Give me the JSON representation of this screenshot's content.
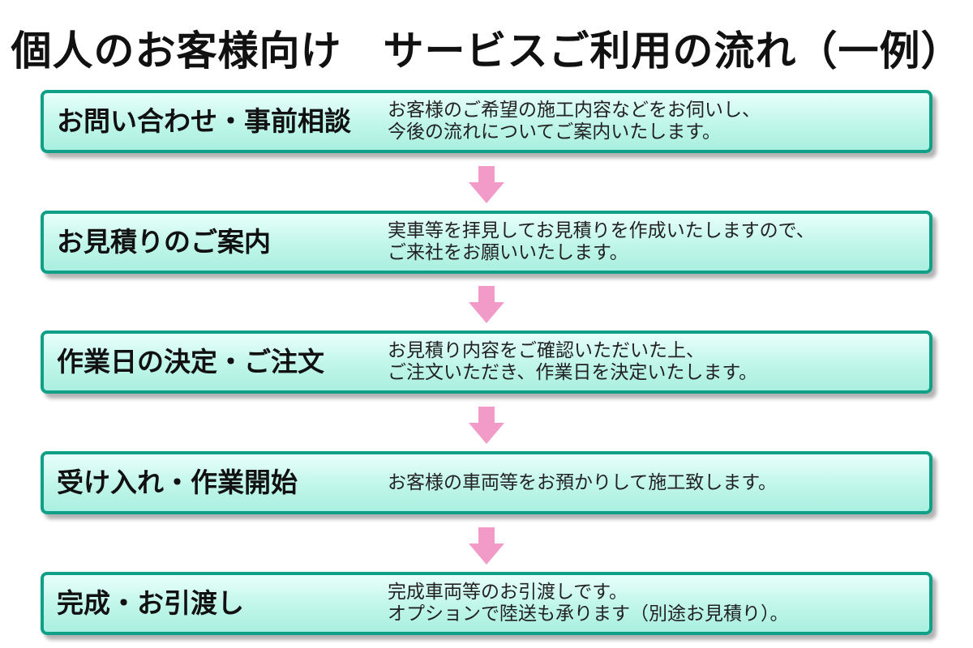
{
  "page": {
    "title": "個人のお客様向け　サービスご利用の流れ（一例）"
  },
  "colors": {
    "box_border": "#10a088",
    "box_fill": "#c0f6ea",
    "arrow": "#f39bc8"
  },
  "steps": [
    {
      "title": "お問い合わせ・事前相談",
      "desc": [
        "お客様のご希望の施工内容などをお伺いし、",
        "今後の流れについてご案内いたします。"
      ]
    },
    {
      "title": "お見積りのご案内",
      "desc": [
        "実車等を拝見してお見積りを作成いたしますので、",
        "ご来社をお願いいたします。"
      ]
    },
    {
      "title": "作業日の決定・ご注文",
      "desc": [
        "お見積り内容をご確認いただいた上、",
        "ご注文いただき、作業日を決定いたします。"
      ]
    },
    {
      "title": "受け入れ・作業開始",
      "desc": [
        "お客様の車両等をお預かりして施工致します。"
      ]
    },
    {
      "title": "完成・お引渡し",
      "desc": [
        "完成車両等のお引渡しです。",
        "オプションで陸送も承ります（別途お見積り）。"
      ]
    }
  ],
  "arrows": [
    {
      "icon": "down-arrow-icon"
    },
    {
      "icon": "down-arrow-icon"
    },
    {
      "icon": "down-arrow-icon"
    },
    {
      "icon": "down-arrow-icon"
    }
  ]
}
